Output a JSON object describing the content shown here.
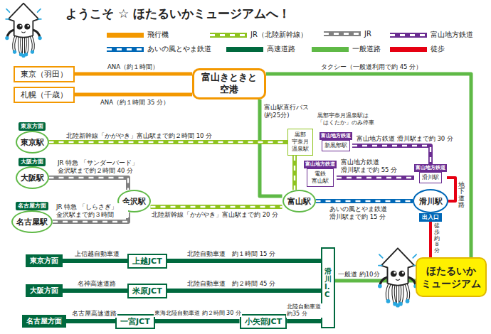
{
  "diagram": {
    "title": "ようこそ ☆ ほたるいかミュージアムへ！",
    "nodes": [
      {
        "text": [
          "東京（羽田）"
        ]
      },
      {
        "text": [
          "札幌（千歳）"
        ]
      },
      {
        "text": [
          "富山きときと 空港"
        ]
      },
      {
        "text": [
          "東京方面",
          "東京駅"
        ]
      },
      {
        "text": [
          "大阪方面",
          "大阪駅"
        ]
      },
      {
        "text": [
          "名古屋方面",
          "名古屋駅"
        ]
      },
      {
        "text": [
          "金沢駅"
        ]
      },
      {
        "text": [
          "黒部 宇奈月 温泉駅"
        ]
      },
      {
        "text": [
          "富山地方鉄道",
          "新黒部駅"
        ]
      },
      {
        "text": [
          "富山地方鉄道",
          "電鉄 富山駅"
        ]
      },
      {
        "text": [
          "富山駅"
        ]
      },
      {
        "text": [
          "富山地方鉄道",
          "滑川駅"
        ]
      },
      {
        "text": [
          "滑川駅",
          "出入口"
        ]
      },
      {
        "text": [
          "ほたるいか ミュージアム"
        ]
      },
      {
        "text": [
          "東京方面"
        ]
      },
      {
        "text": [
          "上越JCT"
        ]
      },
      {
        "text": [
          "大阪方面"
        ]
      },
      {
        "text": [
          "米原JCT"
        ]
      },
      {
        "text": [
          "名古屋方面"
        ]
      },
      {
        "text": [
          "一宮JCT"
        ]
      },
      {
        "text": [
          "小矢部JCT"
        ]
      },
      {
        "text": [
          "滑川I.C"
        ]
      }
    ],
    "edges": [
      {
        "from": 0,
        "to": 2,
        "arrow": "none",
        "label": "ANA（約１時間）"
      },
      {
        "from": 1,
        "to": 2,
        "arrow": "none",
        "label": "ANA（約１時間 35 分）"
      },
      {
        "from": 2,
        "to": 13,
        "arrow": "none",
        "label": "タクシー（一般道利用で約 45 分）"
      },
      {
        "from": 2,
        "to": 10,
        "arrow": "none",
        "label": "富山駅直行バス (約25分)"
      },
      {
        "from": 3,
        "to": 7,
        "arrow": "none",
        "label": "北陸新幹線「かがやき」富山駅まで約２時間 10 分"
      },
      {
        "from": 7,
        "to": 10,
        "arrow": "none"
      },
      {
        "from": 4,
        "to": 6,
        "arrow": "none",
        "label": "JR 特急 「サンダーバード」 金沢駅まで約２時間 40 分"
      },
      {
        "from": 5,
        "to": 6,
        "arrow": "none",
        "label": "JR 特急 「しらさぎ」 金沢駅まで約３時間"
      },
      {
        "from": 6,
        "to": 10,
        "arrow": "none",
        "label": "北陸新幹線「かがやき」富山駅まで約 20 分"
      },
      {
        "from": 8,
        "to": 11,
        "arrow": "none",
        "label": "富山地方鉄道 滑川駅まで約 30 分"
      },
      {
        "from": 9,
        "to": 11,
        "arrow": "none",
        "label": "富山地方鉄道 滑川駅まで約 55 分"
      },
      {
        "from": 10,
        "to": 12,
        "arrow": "none",
        "label": "あいの風とやま鉄道 滑川駅まで約 15 分"
      },
      {
        "from": 11,
        "to": 12,
        "arrow": "none",
        "label": "地下道路"
      },
      {
        "from": 12,
        "to": 13,
        "arrow": "none",
        "label": "徒歩約８分"
      },
      {
        "from": 14,
        "to": 15,
        "arrow": "none",
        "label": "上信越自動車道"
      },
      {
        "from": 15,
        "to": 21,
        "arrow": "none",
        "label": "北陸自動車道　約１時間 15 分"
      },
      {
        "from": 16,
        "to": 17,
        "arrow": "none",
        "label": "名神高速道路"
      },
      {
        "from": 17,
        "to": 21,
        "arrow": "none",
        "label": "北陸自動車道　約２時間 45 分"
      },
      {
        "from": 18,
        "to": 19,
        "arrow": "none",
        "label": "名古屋高速道路"
      },
      {
        "from": 19,
        "to": 20,
        "arrow": "none",
        "label": "東海北陸自動車道 約２時間 30 分"
      },
      {
        "from": 20,
        "to": 21,
        "arrow": "none",
        "label": "北陸自動車道 約35 分"
      },
      {
        "from": 21,
        "to": 13,
        "arrow": "none",
        "label": "一般道 約10分"
      }
    ],
    "labels": [
      "黒部宇奈月温泉駅は 「はくたか」のみ停車"
    ],
    "legend": [
      {
        "text": "飛行機",
        "color": "#f39800"
      },
      {
        "text": "JR（北陸新幹線）",
        "color": "#8fc31f"
      },
      {
        "text": "JR",
        "color": "#808080"
      },
      {
        "text": "富山地方鉄道",
        "color": "#6a2c91"
      },
      {
        "text": "あいの風とやま鉄道",
        "color": "#0068b7"
      },
      {
        "text": "高速道路",
        "color": "#00693e"
      },
      {
        "text": "一般道路",
        "color": "#5fb946"
      },
      {
        "text": "徒歩",
        "color": "#e60012"
      }
    ]
  }
}
